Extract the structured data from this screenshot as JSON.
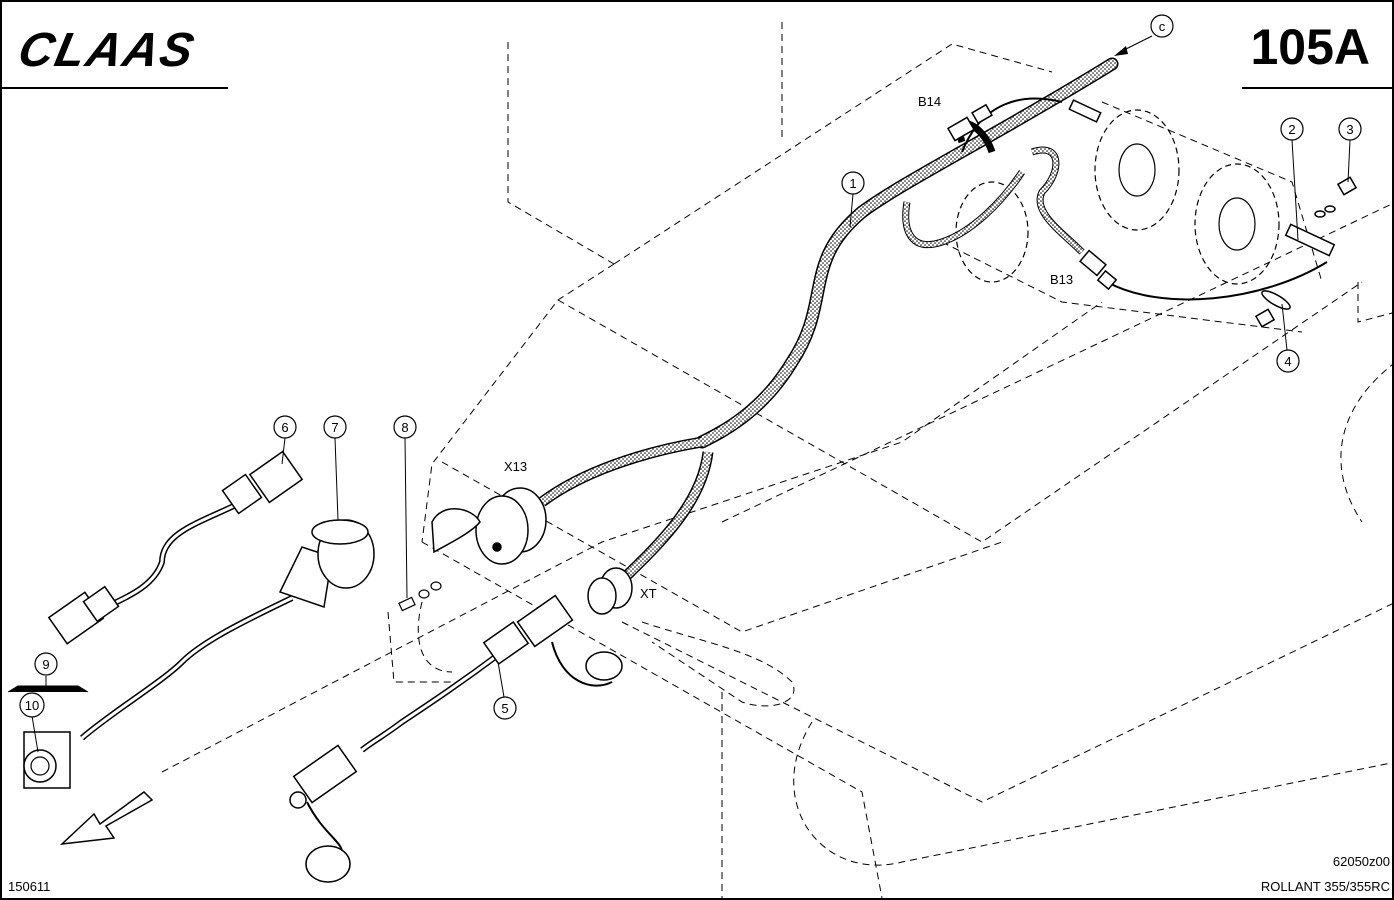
{
  "header": {
    "logo_text": "CLAAS",
    "page_number": "105A"
  },
  "footer": {
    "date_code": "150611",
    "figure_code": "62050z00",
    "model": "ROLLANT 355/355RC"
  },
  "connector_labels": {
    "b14": "B14",
    "b13": "B13",
    "x13": "X13",
    "xt": "XT"
  },
  "reference": "c",
  "callouts": [
    "1",
    "2",
    "3",
    "4",
    "5",
    "6",
    "7",
    "8",
    "9",
    "10"
  ]
}
